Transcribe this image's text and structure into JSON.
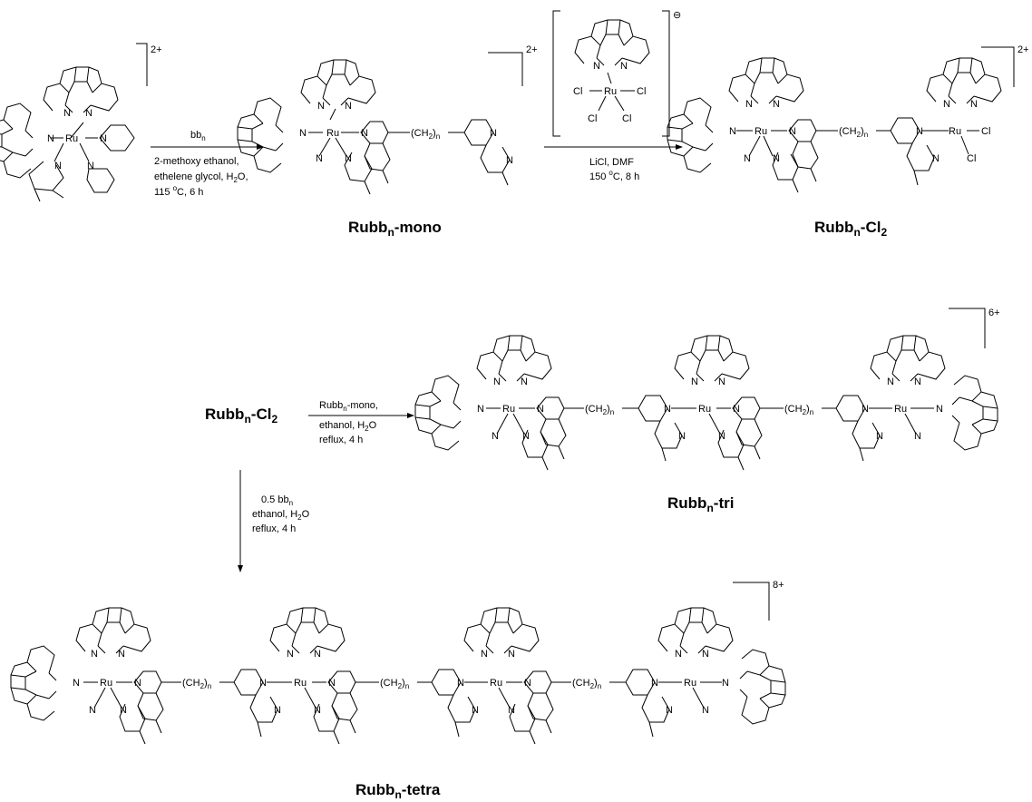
{
  "labels": {
    "ru": "Ru",
    "n": "N",
    "cl": "Cl",
    "ch2_prefix": "(CH",
    "ch2_sub": "2",
    "ch2_suffix": ")",
    "n_sub": "n"
  },
  "charges": {
    "start": "2+",
    "mono": "2+",
    "reagent": "⊖",
    "cl2": "2+",
    "tri": "6+",
    "tetra": "8+"
  },
  "compounds": {
    "mono": {
      "base": "Rubb",
      "sub": "n",
      "suffix": "-mono"
    },
    "cl2": {
      "base": "Rubb",
      "sub": "n",
      "suffix": "-Cl",
      "sub2": "2"
    },
    "cl2_start": {
      "base": "Rubb",
      "sub": "n",
      "suffix": "-Cl",
      "sub2": "2"
    },
    "tri": {
      "base": "Rubb",
      "sub": "n",
      "suffix": "-tri"
    },
    "tetra": {
      "base": "Rubb",
      "sub": "n",
      "suffix": "-tetra"
    }
  },
  "conditions": {
    "step1": [
      "bb",
      "2-methoxy ethanol,",
      "ethelene glycol, H2O,",
      "115 ºC, 6 h"
    ],
    "step1_reagent": {
      "base": "bb",
      "sub": "n"
    },
    "step1_lines": {
      "l2": "2-methoxy ethanol,",
      "l3a": "ethelene glycol, H",
      "l3b": "2",
      "l3c": "O,",
      "l4a": "115 ",
      "l4b": "o",
      "l4c": "C, 6 h"
    },
    "step2_lines": {
      "l1": "LiCl, DMF",
      "l2a": "150 ",
      "l2b": "o",
      "l2c": "C, 8 h"
    },
    "step3_lines": {
      "l1a": "Rubb",
      "l1b": "n",
      "l1c": "-mono,",
      "l2a": "ethanol, H",
      "l2b": "2",
      "l2c": "O",
      "l3": "reflux, 4 h"
    },
    "step4_lines": {
      "l1a": "0.5 bb",
      "l1b": "n",
      "l2a": "ethanol, H",
      "l2b": "2",
      "l2c": "O",
      "l3": "reflux, 4 h"
    }
  }
}
